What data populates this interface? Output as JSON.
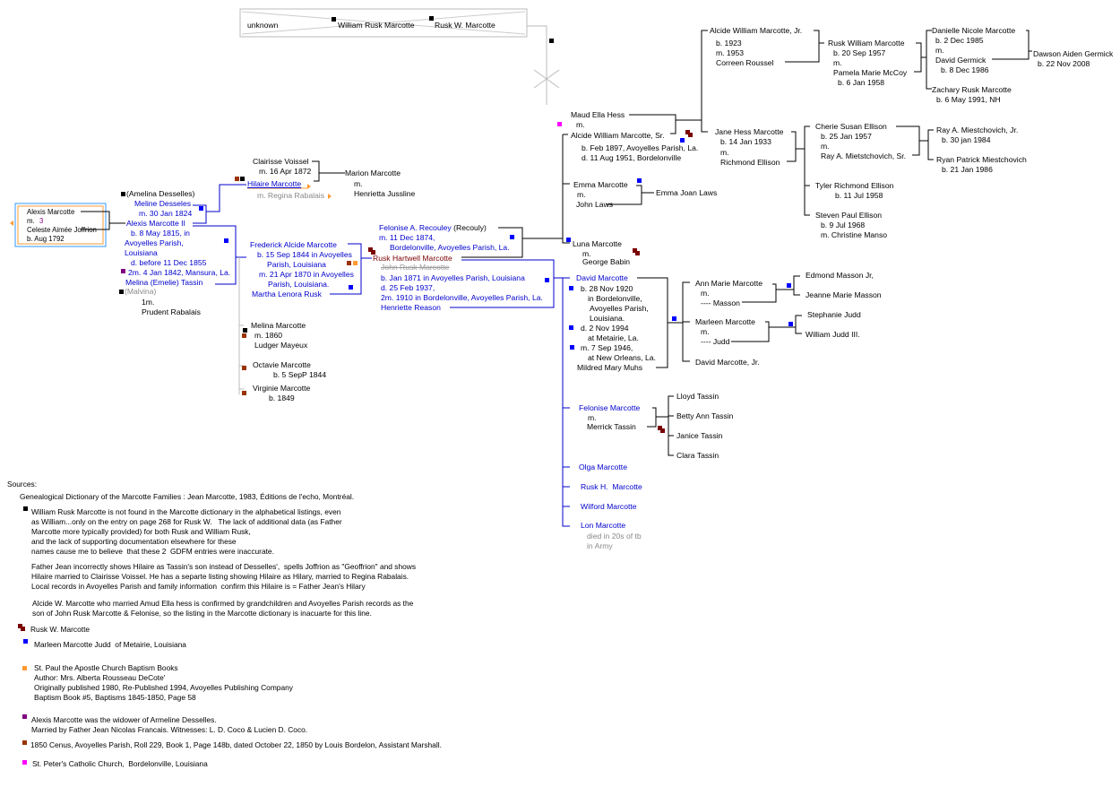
{
  "top_box": {
    "unknown": "unknown",
    "william": "William Rusk Marcotte",
    "rusk_w": "Rusk W. Marcotte"
  },
  "root": {
    "line1": "Alexis Marcotte",
    "line2_m": "m.",
    "line2_count": "3",
    "line3": "Celeste Aimée Joffrion",
    "line4": "b. Aug 1792"
  },
  "gen2": {
    "amelina": "(Amelina Desselles)",
    "meline": "Meline Desseles",
    "marr1": "m. 30 Jan 1824",
    "alexis2": "Alexis Marcotte II",
    "b1": "b. 8 May 1815, in",
    "b2": "Avoyelles Parish,",
    "b3": "Louisiana",
    "d": "d. before 11 Dec 1855",
    "m2": "2m. 4 Jan 1842, Mansura, La.",
    "melina": "Melina (Emelie) Tassin",
    "malvina": "(Malvina)",
    "m1": "1m.",
    "prudent": "Prudent Rabalais"
  },
  "hilaire": {
    "clairisse": "Clairisse Voissel",
    "marr": "m. 16 Apr 1872",
    "name": "Hilaire Marcotte",
    "regina": "m. Regina Rabalais",
    "marion": "Marion Marcotte",
    "marion_m": "m.",
    "henrietta": "Henrietta Jussline"
  },
  "frederick": {
    "name": "Frederick Alcide Marcotte",
    "b1": "b. 15 Sep 1844 in Avoyelles",
    "b2": "Parish, Louisiana",
    "m1": "m. 21 Apr 1870 in Avoyelles",
    "m2": "Parish, Louisiana.",
    "spouse": "Martha Lenora Rusk"
  },
  "siblings": [
    {
      "name": "Melina Marcotte",
      "l2": "m. 1860",
      "l3": "Ludger Mayeux"
    },
    {
      "name": "Octavie Marcotte",
      "l2": "b. 5 SepP 1844"
    },
    {
      "name": "Virginie Marcotte",
      "l2": "b. 1849"
    }
  ],
  "rusk": {
    "felonise": "Felonise A. Recouley",
    "felonise_alt": "(Recouly)",
    "marr1": "m. 11 Dec 1874,",
    "marr1b": "Bordelonville, Avoyelles Parish, La.",
    "name": "Rusk Hartwell Marcotte",
    "struck": "John Rusk Marcotte",
    "b": "b. Jan 1871 in Avoyelles Parish, Louisiana",
    "d": "d. 25 Feb 1937,",
    "m2": "2m. 1910 in Bordelonville, Avoyelles Parish, La.",
    "henriette": "Henriette Reason"
  },
  "alcide_sr": {
    "maud": "Maud Ella Hess",
    "m": "m.",
    "name": "Alcide William Marcotte, Sr.",
    "b": "b. Feb 1897, Avoyelles Parish, La.",
    "d": "d. 11 Aug 1951, Bordelonville"
  },
  "alcide_jr": {
    "name": "Alcide William Marcotte, Jr.",
    "b": "b. 1923",
    "m": "m. 1953",
    "spouse": "Correen Roussel"
  },
  "rusk_william": {
    "name": "Rusk William Marcotte",
    "b": "b. 20 Sep 1957",
    "m": "m.",
    "spouse": "Pamela Marie McCoy",
    "sb": "b. 6 Jan 1958"
  },
  "danielle": {
    "name": "Danielle Nicole Marcotte",
    "b": "b. 2 Dec 1985",
    "m": "m.",
    "spouse": "David Germick",
    "sb": "b. 8 Dec 1986"
  },
  "zachary": {
    "name": "Zachary Rusk Marcotte",
    "b": "b. 6 May 1991, NH"
  },
  "dawson": {
    "name": "Dawson Aiden Germick",
    "b": "b. 22 Nov 2008"
  },
  "jane": {
    "name": "Jane Hess Marcotte",
    "b": "b. 14 Jan 1933",
    "m": "m.",
    "spouse": "Richmond Ellison"
  },
  "cherie": {
    "name": "Cherie Susan Ellison",
    "b": "b. 25 Jan 1957",
    "m": "m.",
    "spouse": "Ray A. Mietstchovich, Sr."
  },
  "ray_jr": {
    "name": "Ray A. Miestchovich, Jr.",
    "b": "b. 30 jan 1984"
  },
  "ryan": {
    "name": "Ryan Patrick Miestchovich",
    "b": "b. 21 Jan 1986"
  },
  "tyler": {
    "name": "Tyler Richmond Ellison",
    "b": "b. 11 Jul 1958"
  },
  "steven": {
    "name": "Steven Paul Ellison",
    "b": "b. 9 Jul 1968",
    "m": "m. Christine Manso"
  },
  "emma": {
    "name": "Emma Marcotte",
    "m": "m.",
    "spouse": "John Laws",
    "child": "Emma Joan Laws"
  },
  "luna": {
    "name": "Luna Marcotte",
    "m": "m.",
    "spouse": "George Babin"
  },
  "david": {
    "name": "David Marcotte",
    "b1": "b. 28 Nov 1920",
    "b2": "in Bordelonville,",
    "b3": "Avoyelles Parish,",
    "b4": "Louisiana.",
    "d1": "d. 2 Nov 1994",
    "d2": "at Metairie, La.",
    "m1": "m. 7 Sep 1946,",
    "m2": "at New Orleans, La.",
    "spouse": "Mildred Mary Muhs"
  },
  "ann_marie": {
    "name": "Ann Marie Marcotte",
    "m": "m.",
    "spouse": "---- Masson"
  },
  "masson_kids": [
    "Edmond Masson Jr,",
    "Jeanne Marie Masson"
  ],
  "marleen": {
    "name": "Marleen Marcotte",
    "m": "m.",
    "spouse": "---- Judd"
  },
  "judd_kids": [
    "Stephanie Judd",
    "William Judd III."
  ],
  "david_jr": "David Marcotte, Jr.",
  "felonise_m": {
    "name": "Felonise Marcotte",
    "m": "m.",
    "spouse": "Merrick Tassin"
  },
  "tassin_kids": [
    "Lloyd Tassin",
    "Betty Ann Tassin",
    "Janice Tassin",
    "Clara Tassin"
  ],
  "other_kids": [
    "Olga Marcotte",
    "Rusk H.  Marcotte",
    "Wilford Marcotte",
    "Lon Marcotte"
  ],
  "lon_note": [
    "died in 20s of tb",
    "in Army"
  ],
  "sources": {
    "heading": "Sources:",
    "dictionary": "Genealogical Dictionary of the Marcotte Families : Jean Marcotte, 1983, Éditions de l'echo, Montréal.",
    "note1": [
      "William Rusk Marcotte is not found in the Marcotte dictionary in the alphabetical listings, even",
      "as William...only on the entry on page 268 for Rusk W.   The lack of additional data (as Father",
      "Marcotte more typically provided) for both Rusk and William Rusk,",
      "and the lack of supporting documentation elsewhere for these",
      "names cause me to believe  that these 2  GDFM entries were inaccurate."
    ],
    "note2": [
      "Father Jean incorrectly shows Hilaire as Tassin's son instead of Desselles',  spells Joffrion as \"Geoffrion\" and shows",
      "Hilaire married to Clairisse Voissel. He has a separte listing showing Hilaire as Hilary, married to Regina Rabalais.",
      "Local records in Avoyelles Parish and family information  confirm this Hilaire is = Father Jean's Hilary"
    ],
    "note3": [
      "Alcide W. Marcotte who married Amud Ella hess is confirmed by grandchildren and Avoyelles Parish records as the",
      "son of John Rusk Marcotte & Felonise, so the listing in the Marcotte dictionary is inacuarte for this line."
    ],
    "rusk_w": "Rusk W. Marcotte",
    "marleen": "Marleen Marcotte Judd  of Metairie, Louisiana",
    "st_paul": [
      "St. Paul the Apostle Church Baptism Books",
      "Author: Mrs. Alberta Rousseau DeCote'",
      "Originally published 1980, Re-Published 1994, Avoyelles Publishing Company",
      "Baptism Book #5, Baptisms 1845-1850, Page 58"
    ],
    "widower": [
      "Alexis Marcotte was the widower of Armeline Desselles.",
      "Married by Father Jean Nicolas Francais. Witnesses: L. D. Coco & Lucien D. Coco."
    ],
    "census": "1850 Cenus, Avoyelles Parish, Roll 229, Book 1, Page 148b, dated October 22, 1850 by Louis Bordelon, Assistant Marshall.",
    "st_peter": "St. Peter's Catholic Church,  Bordelonville, Louisiana"
  },
  "colors": {
    "link_blue": "#0000cc",
    "maroon": "#7a0000",
    "grey": "#888888",
    "orange": "#ff9933",
    "magenta": "#ff00ff",
    "purple": "#800080",
    "brown": "#993300",
    "box_blue": "#3399ff"
  }
}
